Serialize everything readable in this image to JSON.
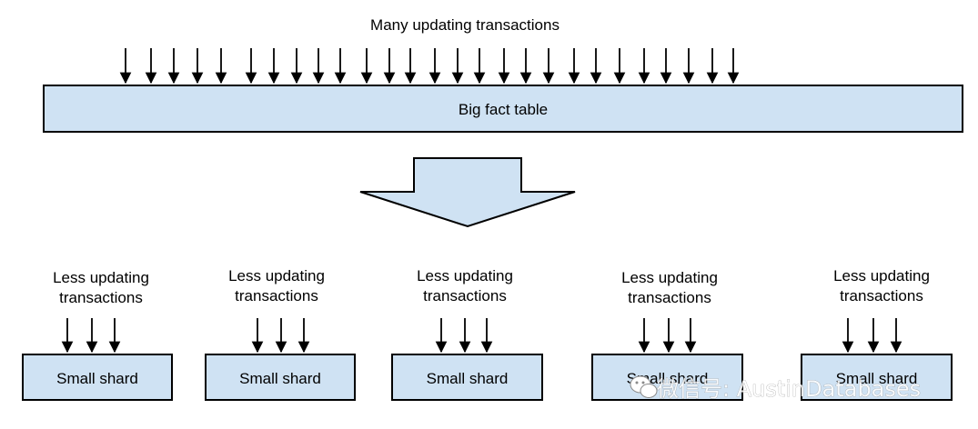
{
  "top_label": "Many updating transactions",
  "big_table_label": "Big fact table",
  "shards": [
    {
      "label_line1": "Less updating",
      "label_line2": "transactions",
      "box_label": "Small shard"
    },
    {
      "label_line1": "Less updating",
      "label_line2": "transactions",
      "box_label": "Small shard"
    },
    {
      "label_line1": "Less updating",
      "label_line2": "transactions",
      "box_label": "Small shard"
    },
    {
      "label_line1": "Less updating",
      "label_line2": "transactions",
      "box_label": "Small shard"
    },
    {
      "label_line1": "Less updating",
      "label_line2": "transactions",
      "box_label": "Small shard"
    }
  ],
  "top_arrow_count": 27,
  "shard_arrow_count": 3,
  "watermark": "微信号: AustinDatabases",
  "colors": {
    "box_fill": "#cfe2f3",
    "stroke": "#000000"
  }
}
